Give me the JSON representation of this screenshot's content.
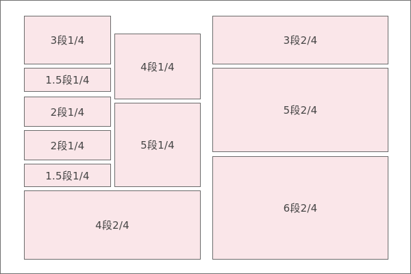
{
  "colors": {
    "frame_border": "#6e6e6e",
    "box_fill": "#fae6e9",
    "box_border": "#6a6a6a",
    "text": "#444444"
  },
  "blocks": {
    "left_top_3": "3段1/4",
    "left_15_a": "1.5段1/4",
    "left_2_a": "2段1/4",
    "left_2_b": "2段1/4",
    "left_15_b": "1.5段1/4",
    "middle_4": "4段1/4",
    "middle_5": "5段1/4",
    "left_bottom_4": "4段2/4",
    "right_top_3": "3段2/4",
    "right_middle_5": "5段2/4",
    "right_bottom_6": "6段2/4"
  }
}
